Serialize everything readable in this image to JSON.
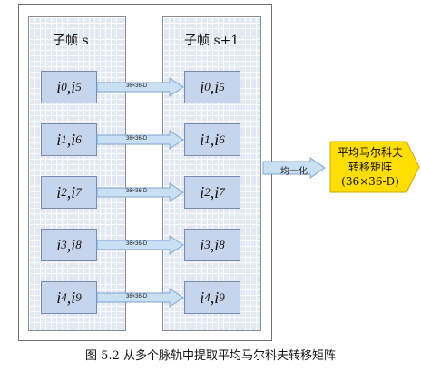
{
  "diagram": {
    "left_panel_title": "子帧 s",
    "right_panel_title": "子帧 s+1",
    "left_boxes": [
      "i0,i5",
      "i1,i6",
      "i2,i7",
      "i3,i8",
      "i4,i9"
    ],
    "right_boxes": [
      "i0,i5",
      "i1,i6",
      "i2,i7",
      "i3,i8",
      "i4,i9"
    ],
    "arrow_labels": [
      "36×36-D",
      "36×36-D",
      "36×36-D",
      "36×36-D",
      "36×36-D"
    ],
    "merge_label": "均一化",
    "result_lines": [
      "平均马尔科夫",
      "转移矩阵",
      "(36×36-D)"
    ],
    "caption": "图  5.2  从多个脉轨中提取平均马尔科夫转移矩阵"
  },
  "colors": {
    "panel": "#e3e9f4",
    "box_fill": "#c6d5ec",
    "arrow_fill": "#c9e0f2",
    "arrow_stroke": "#7ea3cc",
    "result_fill": "#ffde00",
    "result_stroke": "#c9a800"
  }
}
